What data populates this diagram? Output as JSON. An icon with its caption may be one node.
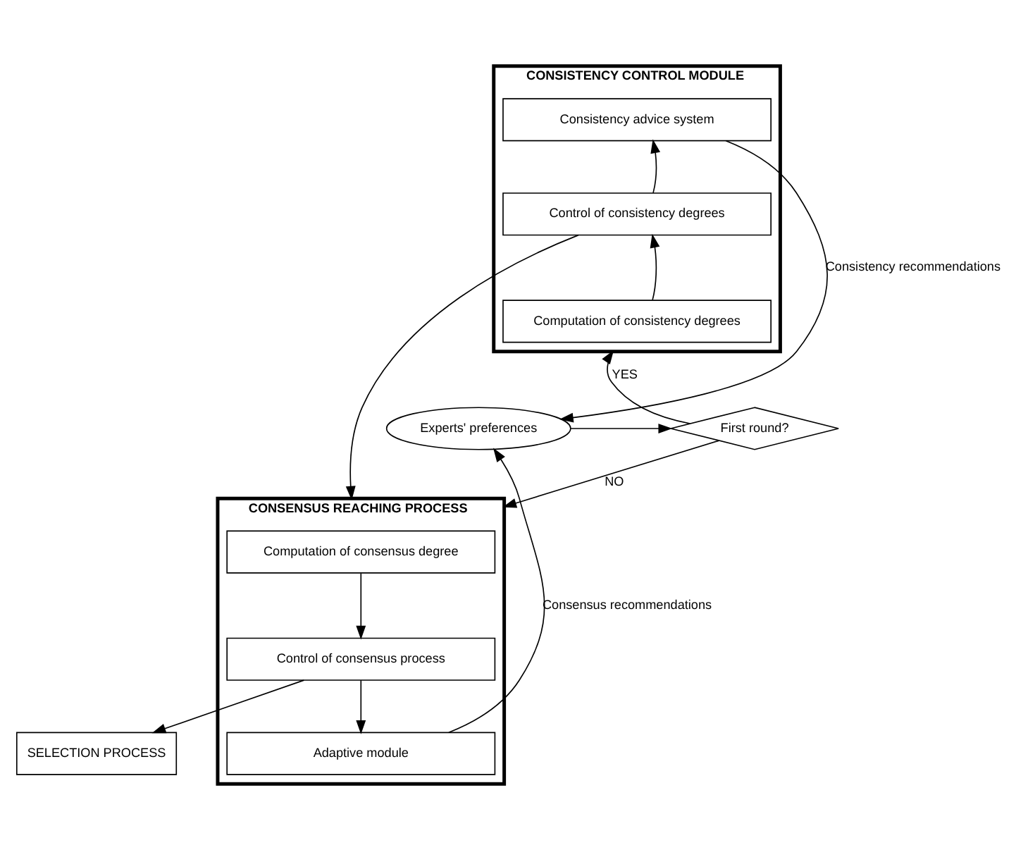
{
  "diagram": {
    "nodes": [
      {
        "text": [
          "CONSISTENCY CONTROL MODULE"
        ]
      },
      {
        "text": [
          "Consistency advice system"
        ],
        "in": 0
      },
      {
        "text": [
          "Control of consistency degrees"
        ],
        "in": 0
      },
      {
        "text": [
          "Computation of consistency degrees"
        ],
        "in": 0
      },
      {
        "text": [
          "Experts' preferences"
        ]
      },
      {
        "text": [
          "First round?"
        ]
      },
      {
        "text": [
          "CONSENSUS REACHING PROCESS"
        ]
      },
      {
        "text": [
          "Computation of consensus degree"
        ],
        "in": 6
      },
      {
        "text": [
          "Control of consensus process"
        ],
        "in": 6
      },
      {
        "text": [
          "Adaptive module"
        ],
        "in": 6
      },
      {
        "text": [
          "SELECTION PROCESS"
        ]
      }
    ],
    "edges": [
      {
        "from": 3,
        "to": 2,
        "arrow": "to"
      },
      {
        "from": 2,
        "to": 1,
        "arrow": "to"
      },
      {
        "from": 1,
        "to": 4,
        "arrow": "to",
        "label": "Consistency recommendations"
      },
      {
        "from": 4,
        "to": 5,
        "arrow": "to"
      },
      {
        "from": 5,
        "to": 0,
        "arrow": "to",
        "label": "YES"
      },
      {
        "from": 5,
        "to": 6,
        "arrow": "to",
        "label": "NO"
      },
      {
        "from": 2,
        "to": 6,
        "arrow": "to"
      },
      {
        "from": 7,
        "to": 8,
        "arrow": "to"
      },
      {
        "from": 8,
        "to": 9,
        "arrow": "to"
      },
      {
        "from": 8,
        "to": 10,
        "arrow": "to"
      },
      {
        "from": 9,
        "to": 4,
        "arrow": "to",
        "label": "Consensus recommendations"
      }
    ]
  }
}
